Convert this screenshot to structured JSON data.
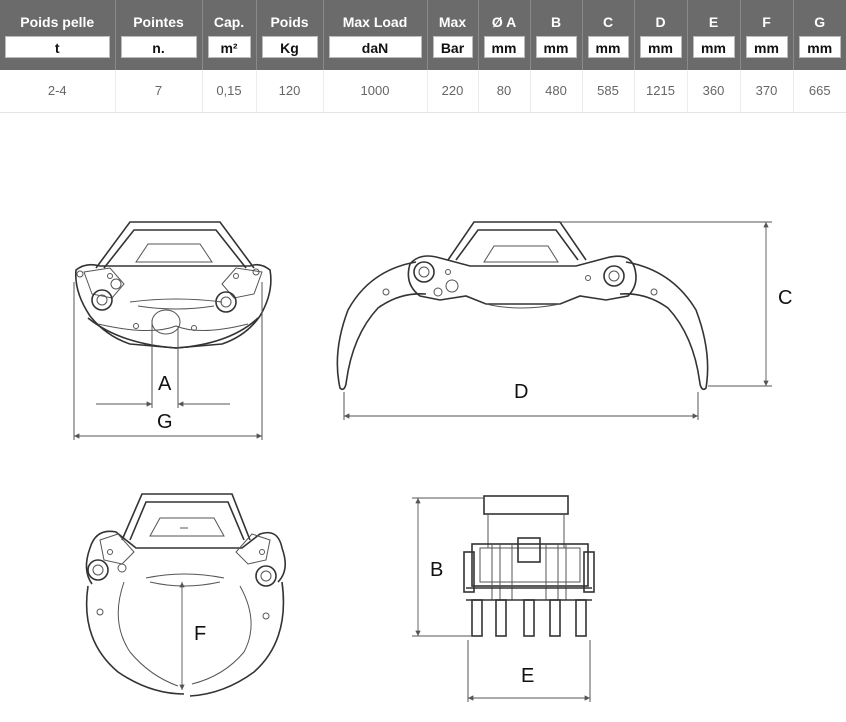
{
  "table": {
    "headers": [
      {
        "label": "Poids pelle",
        "unit": "t"
      },
      {
        "label": "Pointes",
        "unit": "n."
      },
      {
        "label": "Cap.",
        "unit": "m²"
      },
      {
        "label": "Poids",
        "unit": "Kg"
      },
      {
        "label": "Max Load",
        "unit": "daN"
      },
      {
        "label": "Max",
        "unit": "Bar"
      },
      {
        "label": "Ø A",
        "unit": "mm"
      },
      {
        "label": "B",
        "unit": "mm"
      },
      {
        "label": "C",
        "unit": "mm"
      },
      {
        "label": "D",
        "unit": "mm"
      },
      {
        "label": "E",
        "unit": "mm"
      },
      {
        "label": "F",
        "unit": "mm"
      },
      {
        "label": "G",
        "unit": "mm"
      }
    ],
    "row": [
      "2-4",
      "7",
      "0,15",
      "120",
      "1000",
      "220",
      "80",
      "480",
      "585",
      "1215",
      "360",
      "370",
      "665"
    ]
  },
  "dimensions": {
    "a": "A",
    "g": "G",
    "c": "C",
    "d": "D",
    "f": "F",
    "b": "B",
    "e": "E"
  }
}
